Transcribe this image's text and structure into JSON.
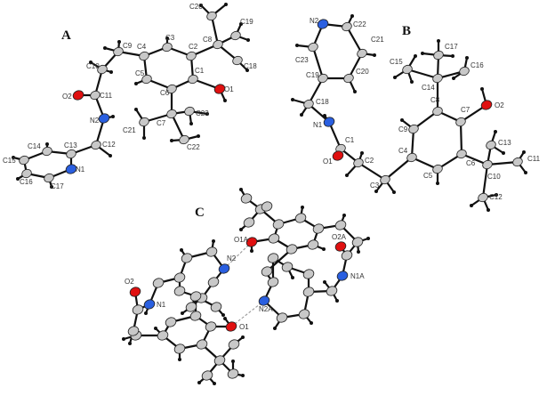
{
  "panels": {
    "a": "A",
    "b": "B",
    "c": "C"
  },
  "colors": {
    "carbon": "#c8c8c8",
    "oxygen": "#e01010",
    "nitrogen": "#2a5fe0",
    "hydrogen": "#111111",
    "bond": "#111111"
  },
  "molecule_a": {
    "labels": [
      "C1",
      "C2",
      "C3",
      "C4",
      "C5",
      "C6",
      "C7",
      "C8",
      "C9",
      "C10",
      "C11",
      "C12",
      "C13",
      "C14",
      "C15",
      "C16",
      "C17",
      "C18",
      "C19",
      "C20",
      "C21",
      "C22",
      "C23",
      "O1",
      "O2",
      "N1",
      "N2"
    ]
  },
  "molecule_b": {
    "labels": [
      "C1",
      "C2",
      "C3",
      "C4",
      "C5",
      "C6",
      "C7",
      "C8",
      "C9",
      "C10",
      "C11",
      "C12",
      "C13",
      "C14",
      "C15",
      "C16",
      "C17",
      "C18",
      "C19",
      "C20",
      "C21",
      "C22",
      "C23",
      "O1",
      "O2",
      "N1",
      "N2"
    ]
  },
  "dimer_c": {
    "labels": [
      "O1A",
      "N2",
      "O2",
      "N1",
      "N2A",
      "O1",
      "O2A",
      "N1A"
    ]
  }
}
